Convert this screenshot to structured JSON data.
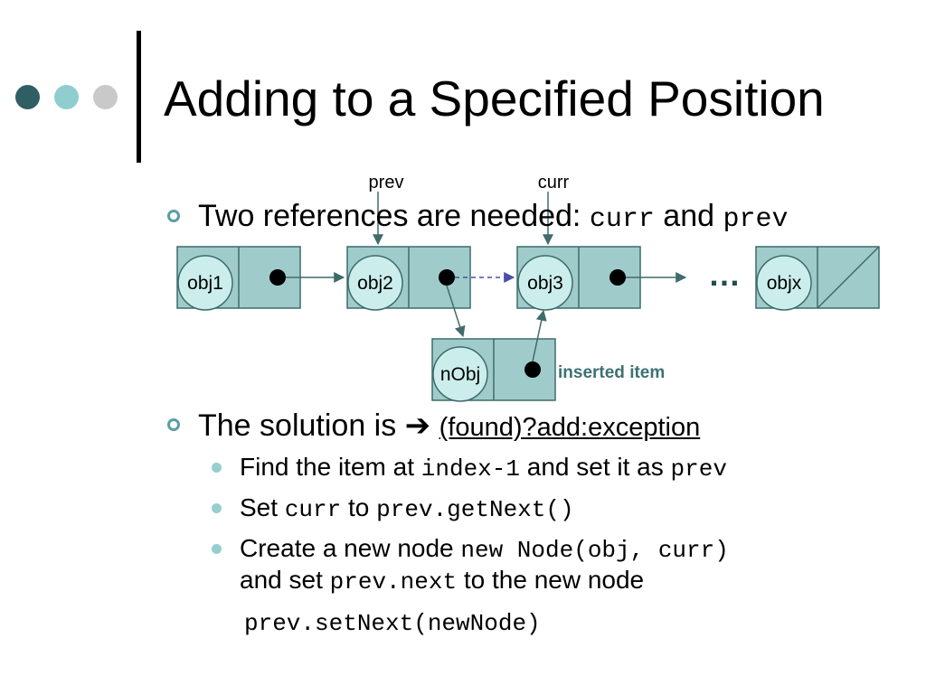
{
  "slide": {
    "title": "Adding to a Specified Position",
    "bullet1": {
      "text": "Two references are needed: ",
      "code1": "curr",
      "mid": " and ",
      "code2": "prev"
    },
    "bullet2": {
      "text": "The solution is ",
      "arrow": "➔",
      "link": "(found)?add:exception"
    },
    "sub1": {
      "pre": "Find the item at ",
      "code": "index-1",
      "post": " and set it as ",
      "code2": "prev"
    },
    "sub2": {
      "pre": "Set ",
      "code": "curr",
      "mid": " to ",
      "code2": "prev.getNext()"
    },
    "sub3": {
      "pre": "Create a new node ",
      "code": "new Node(obj, curr)",
      "line2pre": "and set ",
      "code2": "prev.next",
      "line2post": " to the new node"
    },
    "code_line": "prev.setNext(newNode)"
  },
  "diagram": {
    "nodes": [
      "obj1",
      "obj2",
      "obj3",
      "objx"
    ],
    "new_node": "nObj",
    "ellipsis": "…",
    "pointer_labels": {
      "prev": "prev",
      "curr": "curr"
    },
    "inserted_label": "inserted item",
    "colors": {
      "node_fill": "#9fcccb",
      "circle_fill": "#cbeeec",
      "border": "#3f6c6b",
      "dashed_arrow": "#4b4fa6",
      "inserted_text": "#3d7172"
    }
  }
}
